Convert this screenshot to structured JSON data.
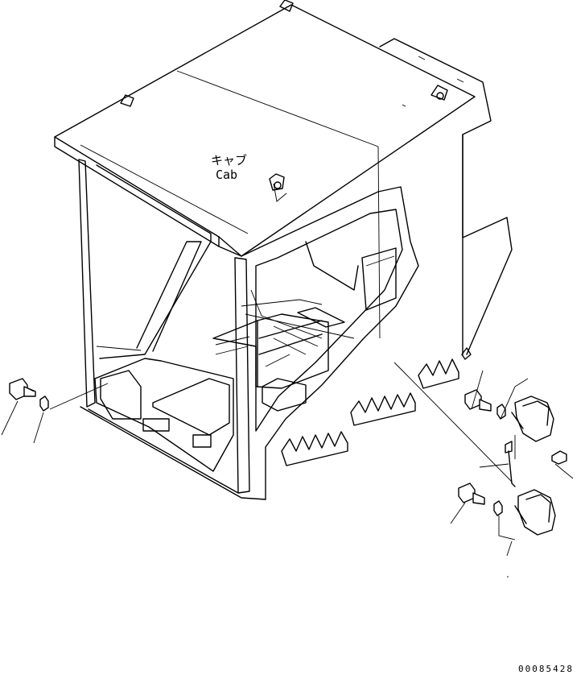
{
  "diagram": {
    "cab_label_jp": "キャブ",
    "cab_label_en": "Cab",
    "figure_number": "00085428"
  }
}
